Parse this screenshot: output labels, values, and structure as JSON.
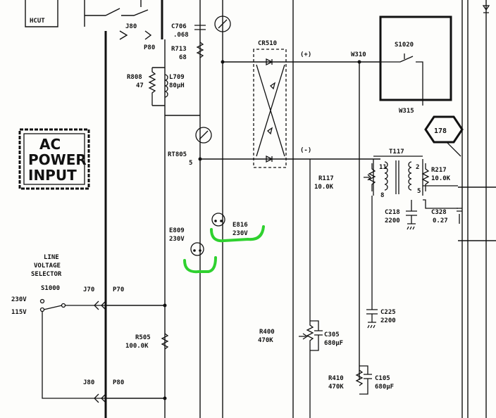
{
  "labels": {
    "hcut": "HCUT",
    "j80_top": "J80",
    "p80_top": "P80",
    "c706": "C706",
    "c706_val": ".068",
    "r713": "R713",
    "r713_val": "68",
    "r808": "R808",
    "r808_val": "47",
    "l709": "L709",
    "l709_val": "80μH",
    "cr510": "CR510",
    "plus": "(+)",
    "minus": "(-)",
    "w310": "W310",
    "s1020": "S1020",
    "w315": "W315",
    "badge": "178",
    "rt805": "RT805",
    "rt805_val": "5",
    "t117": "T117",
    "pin11": "11",
    "pin2": "2",
    "pin8": "8",
    "pin5": "5",
    "r117": "R117",
    "r117_val": "10.0K",
    "r217": "R217",
    "r217_val": "10.0K",
    "c218": "C218",
    "c218_val": "2200",
    "c328": "C328",
    "c328_val": "0.27",
    "ac_line1": "AC",
    "ac_line2": "POWER",
    "ac_line3": "INPUT",
    "e809": "E809",
    "e809_val": "230V",
    "e816": "E816",
    "e816_val": "230V",
    "line_v1": "LINE",
    "line_v2": "VOLTAGE",
    "line_v3": "SELECTOR",
    "s1000": "S1000",
    "v230": "230V",
    "v115": "115V",
    "j70": "J70",
    "p70": "P70",
    "r505": "R505",
    "r505_val": "100.0K",
    "r400": "R400",
    "r400_val": "470K",
    "c305": "C305",
    "c305_val": "680μF",
    "c225": "C225",
    "c225_val": "2200",
    "r410": "R410",
    "r410_val": "470K",
    "c105": "C105",
    "c105_val": "680μF",
    "j80_bot": "J80",
    "p80_bot": "P80"
  },
  "colors": {
    "ink": "#111111",
    "paper": "#fdfdfb",
    "highlight": "#2fd12f"
  }
}
